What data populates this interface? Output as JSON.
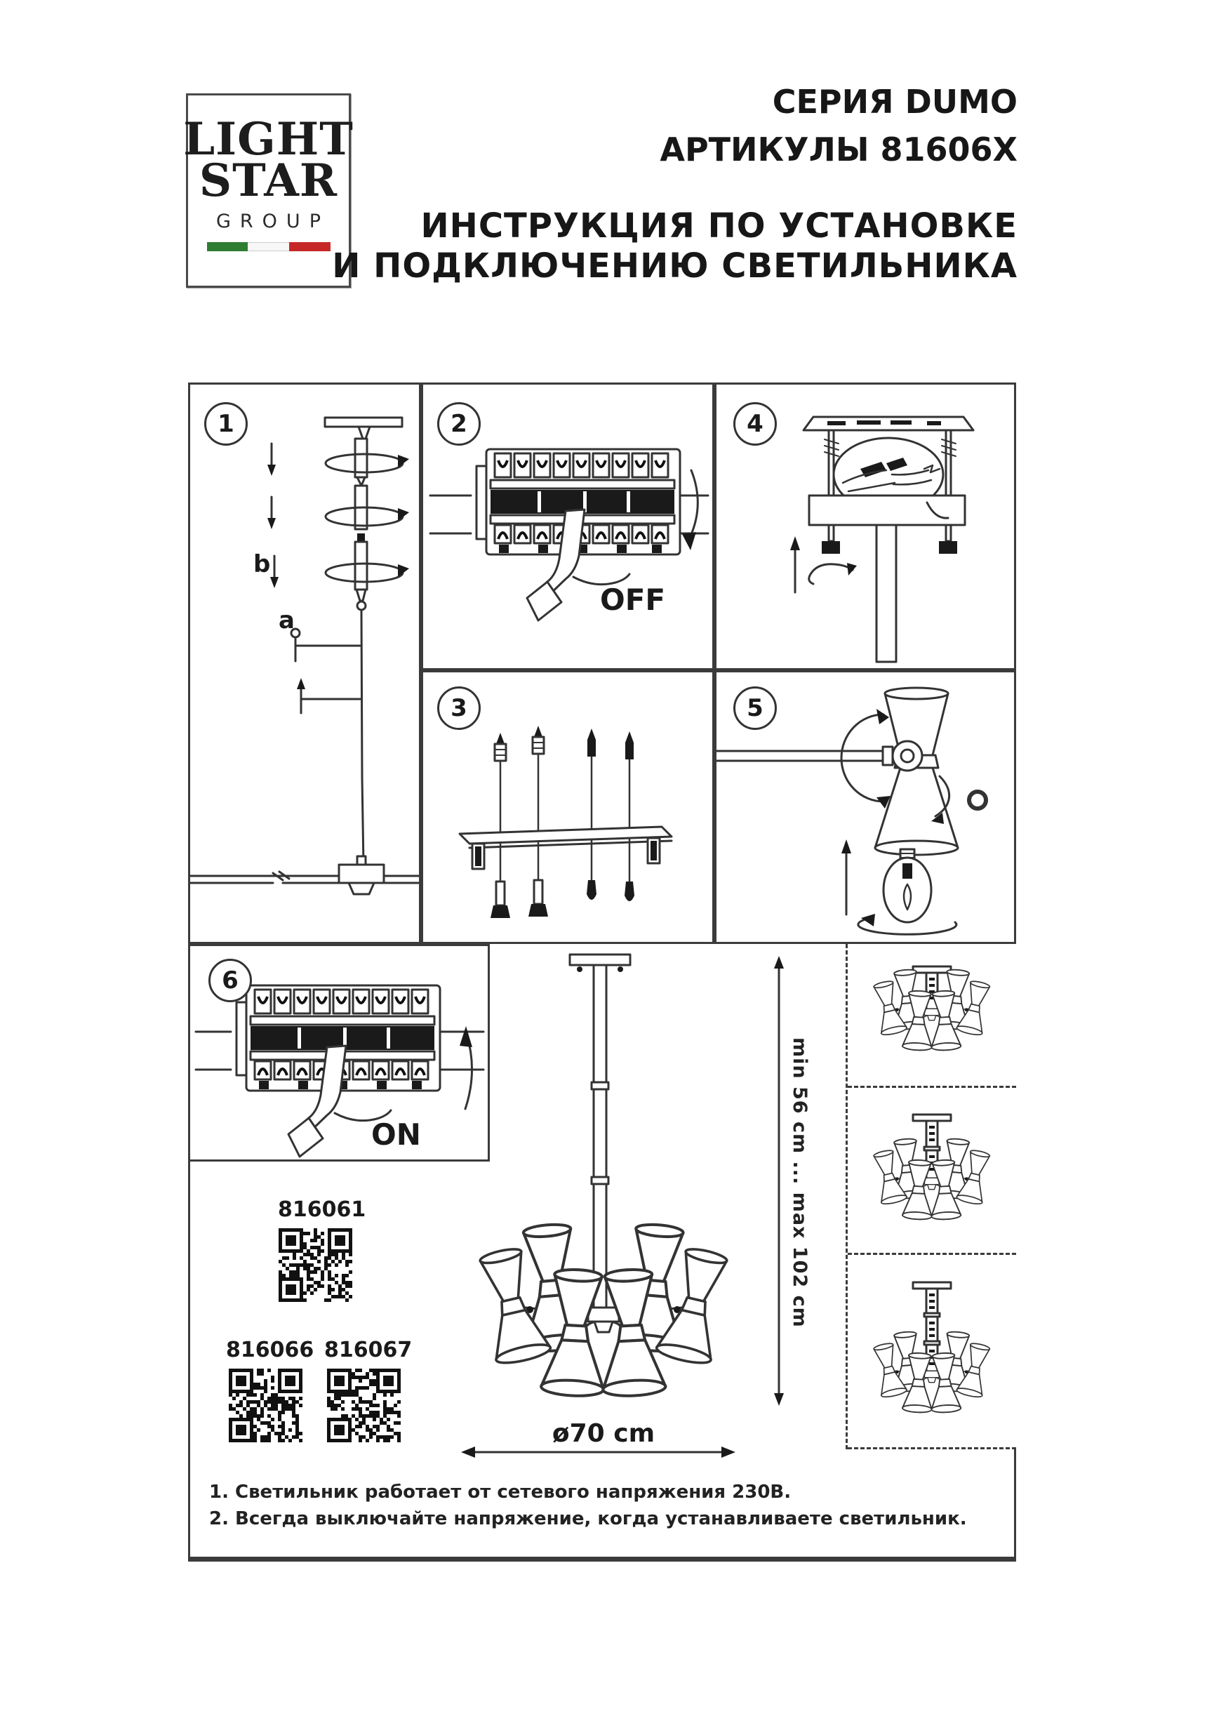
{
  "logo": {
    "line1": "LIGHT",
    "line2": "STAR",
    "line3": "GROUP"
  },
  "header": {
    "series": "СЕРИЯ DUMO",
    "articles": "АРТИКУЛЫ 81606X",
    "instruction_line1": "ИНСТРУКЦИЯ ПО УСТАНОВКЕ",
    "instruction_line2": "И ПОДКЛЮЧЕНИЮ СВЕТИЛЬНИКА"
  },
  "steps": {
    "s1": {
      "num": "1",
      "label_a": "a",
      "label_b": "b"
    },
    "s2": {
      "num": "2",
      "state": "OFF"
    },
    "s3": {
      "num": "3"
    },
    "s4": {
      "num": "4"
    },
    "s5": {
      "num": "5"
    },
    "s6": {
      "num": "6",
      "state": "ON"
    }
  },
  "products": {
    "p1": "816061",
    "p2": "816066",
    "p3": "816067"
  },
  "dimensions": {
    "height_range": "min 56 cm ... max 102 cm",
    "diameter": "ø70 cm"
  },
  "notes": {
    "line1": "1. Светильник работает от сетевого напряжения 230В.",
    "line2": "2. Всегда выключайте напряжение, когда устанавливаете светильник."
  },
  "colors": {
    "line": "#333333",
    "flag_green": "#2e7d32",
    "flag_white": "#f7f7f7",
    "flag_red": "#c62828",
    "text": "#1a1a1a"
  }
}
